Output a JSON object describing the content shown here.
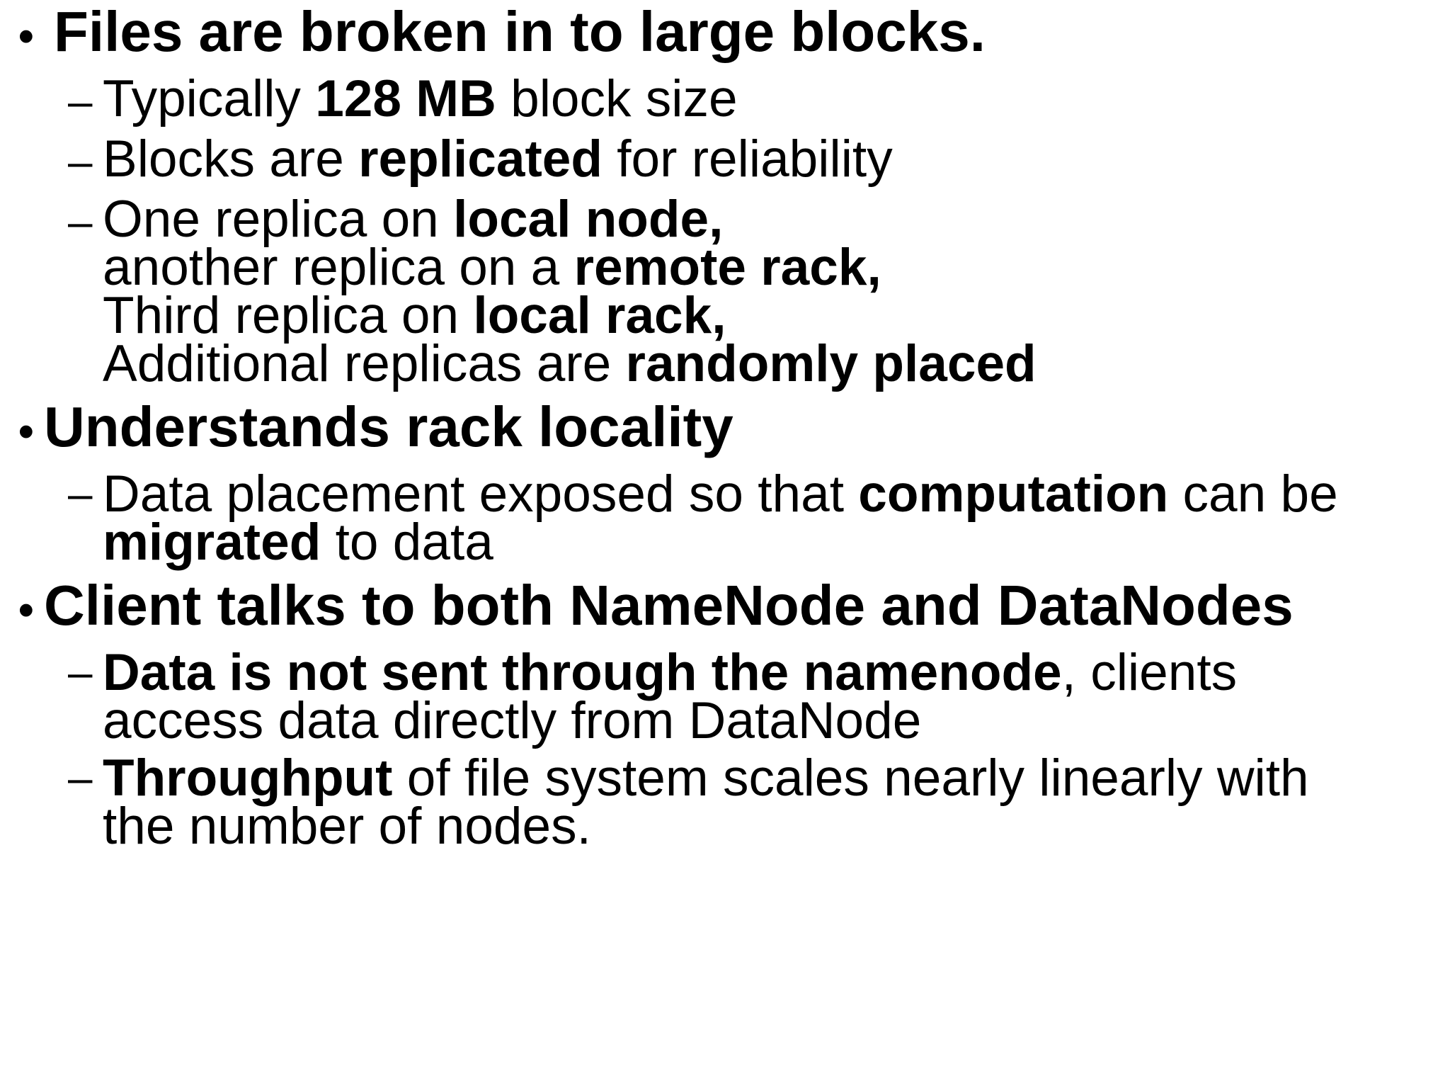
{
  "slide": {
    "background_color": "#ffffff",
    "text_color": "#000000",
    "bullet_marker_level1": "•",
    "bullet_marker_level2": "–",
    "blocks": [
      {
        "level": 1,
        "text": "Files are broken in to large blocks."
      },
      {
        "level": 2,
        "runs": [
          {
            "text": "Typically ",
            "bold": false
          },
          {
            "text": "128 MB",
            "bold": true
          },
          {
            "text": " block size",
            "bold": false
          }
        ]
      },
      {
        "level": 2,
        "runs": [
          {
            "text": "Blocks are ",
            "bold": false
          },
          {
            "text": "replicated",
            "bold": true
          },
          {
            "text": " for reliability",
            "bold": false
          }
        ]
      },
      {
        "level": 2,
        "lines": [
          [
            {
              "text": "One replica on ",
              "bold": false
            },
            {
              "text": "local node,",
              "bold": true
            }
          ],
          [
            {
              "text": "another replica on a ",
              "bold": false
            },
            {
              "text": "remote rack,",
              "bold": true
            }
          ],
          [
            {
              "text": "Third replica on ",
              "bold": false
            },
            {
              "text": "local rack,",
              "bold": true
            }
          ],
          [
            {
              "text": "Additional replicas are ",
              "bold": false
            },
            {
              "text": "randomly placed",
              "bold": true
            }
          ]
        ]
      },
      {
        "level": 1,
        "text": "Understands rack locality"
      },
      {
        "level": 2,
        "wrapped": true,
        "runs": [
          {
            "text": "Data placement exposed so that ",
            "bold": false
          },
          {
            "text": "computation",
            "bold": true
          },
          {
            "text": " can be ",
            "bold": false
          },
          {
            "text": "migrated",
            "bold": true
          },
          {
            "text": " to data",
            "bold": false
          }
        ]
      },
      {
        "level": 1,
        "text": "Client talks to both NameNode and DataNodes"
      },
      {
        "level": 2,
        "wrapped": true,
        "runs": [
          {
            "text": "Data is not sent through the namenode",
            "bold": true
          },
          {
            "text": ", clients access data directly from DataNode",
            "bold": false
          }
        ]
      },
      {
        "level": 2,
        "wrapped": true,
        "runs": [
          {
            "text": "Throughput",
            "bold": true
          },
          {
            "text": " of file system scales nearly linearly with the number of nodes.",
            "bold": false
          }
        ]
      }
    ],
    "lines_as_rendered": [
      "Files are broken in to large blocks.",
      "Typically 128 MB block size",
      "Blocks are replicated for reliability",
      "One replica on local node,",
      "another replica on a remote rack,",
      "Third replica on local rack,",
      "Additional replicas are randomly placed",
      "Understands rack locality",
      "Data placement exposed so that computation can be",
      "migrated to data",
      "Client talks to both NameNode and DataNodes",
      "Data is not sent through the namenode, clients",
      "access data directly from DataNode",
      "Throughput of file system scales nearly linearly with",
      "the number of nodes."
    ]
  }
}
